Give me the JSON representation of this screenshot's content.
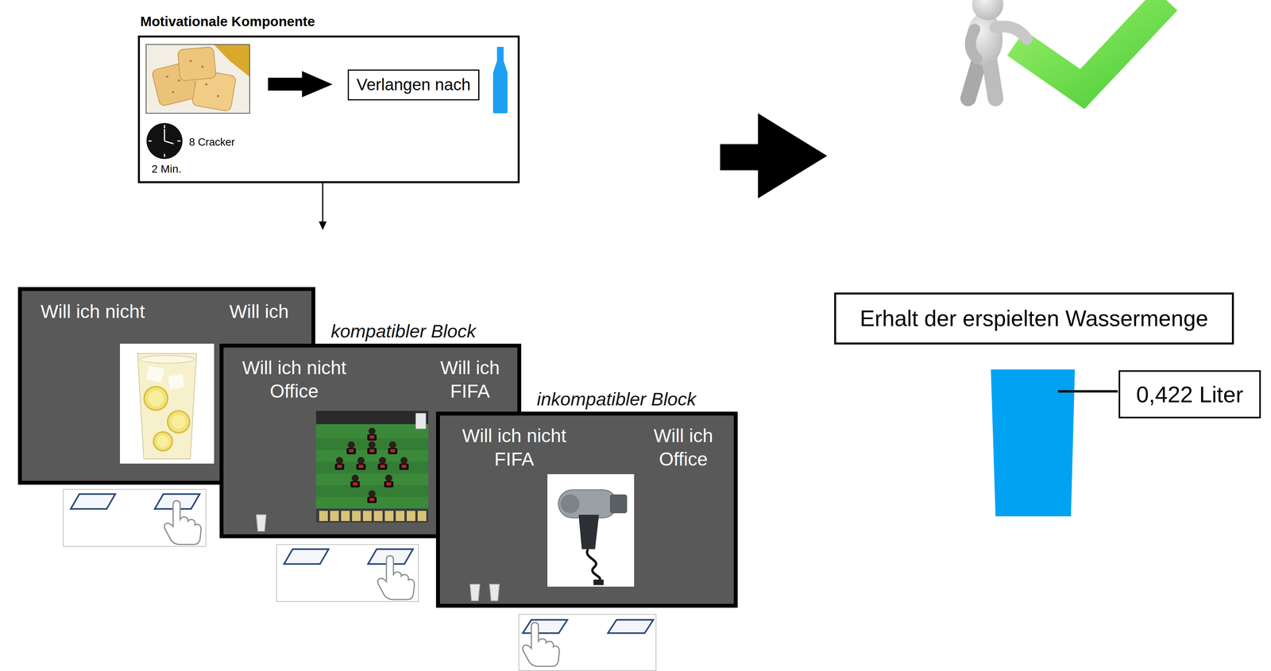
{
  "diagram": {
    "nodes": [
      {
        "text": [
          "Motivationale Komponente",
          "8 Cracker",
          "2 Min."
        ]
      },
      {
        "text": [
          "Verlangen nach"
        ],
        "in": 0
      },
      {
        "text": [
          "Will ich nicht",
          "Will ich"
        ]
      },
      {
        "text": [
          "kompatibler Block",
          "Will ich nicht Office",
          "Will ich FIFA"
        ]
      },
      {
        "text": [
          "inkompatibler Block",
          "Will ich nicht FIFA",
          "Will ich Office"
        ]
      },
      {
        "text": [
          "Erhalt der erspielten Wassermenge"
        ]
      },
      {
        "text": [
          "0,422 Liter"
        ]
      }
    ],
    "edges": [
      {
        "from": 0,
        "to": 2,
        "arrow": "to"
      }
    ]
  }
}
